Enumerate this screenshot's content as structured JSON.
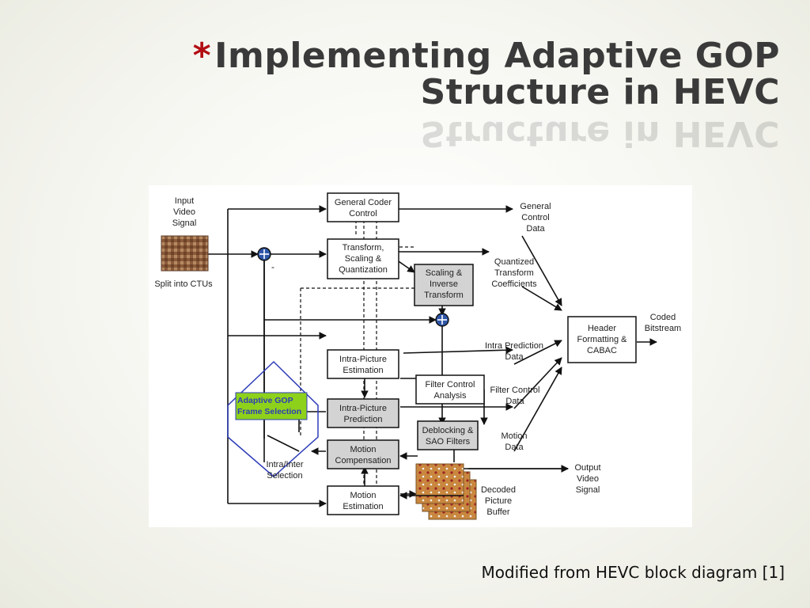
{
  "slide": {
    "bullet": "*",
    "title_line1": "Implementing Adaptive GOP",
    "title_line2": "Structure in HEVC",
    "caption": "Modified from HEVC block diagram [1]"
  },
  "colors": {
    "accent": "#b20d14",
    "title_text": "#3a3a3a",
    "highlight_box": "#8ed11a",
    "hexagon_stroke": "#2d3db8",
    "shaded_block": "#d3d3d3",
    "adder": "#2e56a8"
  },
  "diagram": {
    "blocks": {
      "general_coder_control": [
        "General Coder",
        "Control"
      ],
      "transform_scaling_quant": [
        "Transform,",
        "Scaling &",
        "Quantization"
      ],
      "scaling_inverse_transform": [
        "Scaling &",
        "Inverse",
        "Transform"
      ],
      "intra_picture_estimation": [
        "Intra-Picture",
        "Estimation"
      ],
      "intra_picture_prediction": [
        "Intra-Picture",
        "Prediction"
      ],
      "filter_control_analysis": [
        "Filter Control",
        "Analysis"
      ],
      "deblocking_sao": [
        "Deblocking &",
        "SAO Filters"
      ],
      "motion_compensation": [
        "Motion",
        "Compensation"
      ],
      "motion_estimation": [
        "Motion",
        "Estimation"
      ],
      "header_formatting": [
        "Header",
        "Formatting &",
        "CABAC"
      ],
      "adaptive_gop": [
        "Adaptive GOP",
        "Frame Selection"
      ]
    },
    "labels": {
      "input_video_signal": [
        "Input",
        "Video",
        "Signal"
      ],
      "split_into_ctus": "Split into CTUs",
      "general_control_data": [
        "General",
        "Control",
        "Data"
      ],
      "quantized_transform_coefficients": [
        "Quantized",
        "Transform",
        "Coefficients"
      ],
      "coded_bitstream": [
        "Coded",
        "Bitstream"
      ],
      "intra_prediction_data": [
        "Intra Prediction",
        "Data"
      ],
      "filter_control_data": [
        "Filter Control",
        "Data"
      ],
      "motion_data": [
        "Motion",
        "Data"
      ],
      "output_video_signal": [
        "Output",
        "Video",
        "Signal"
      ],
      "decoded_picture_buffer": [
        "Decoded",
        "Picture",
        "Buffer"
      ],
      "intra_inter_selection": [
        "Intra/Inter",
        "Selection"
      ],
      "minus_sign": "-"
    }
  }
}
